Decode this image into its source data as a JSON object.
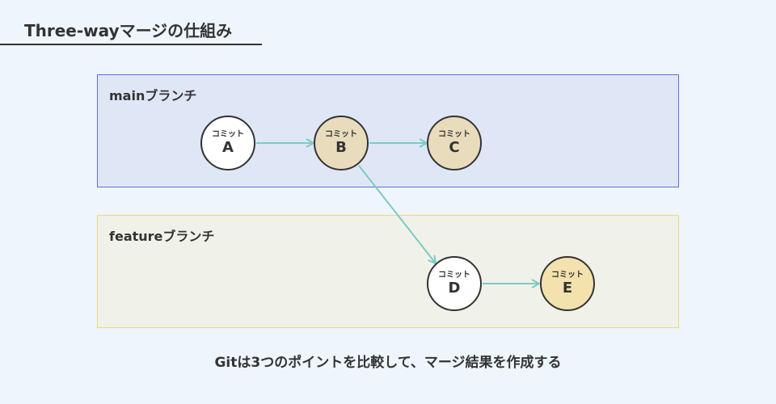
{
  "title": "Three-wayマージの仕組み",
  "branches": {
    "main": {
      "label": "mainブランチ"
    },
    "feature": {
      "label": "featureブランチ"
    }
  },
  "commits": {
    "A": {
      "kind": "コミット",
      "id": "A",
      "fill": "#ffffff"
    },
    "B": {
      "kind": "コミット",
      "id": "B",
      "fill": "#e8dcbd"
    },
    "C": {
      "kind": "コミット",
      "id": "C",
      "fill": "#e8dcbd"
    },
    "D": {
      "kind": "コミット",
      "id": "D",
      "fill": "#ffffff"
    },
    "E": {
      "kind": "コミット",
      "id": "E",
      "fill": "#f3e2ae"
    }
  },
  "edges": [
    [
      "A",
      "B"
    ],
    [
      "B",
      "C"
    ],
    [
      "B",
      "D"
    ],
    [
      "D",
      "E"
    ]
  ],
  "colors": {
    "arrow": "#7ccbc2"
  },
  "footer": "Gitは3つのポイントを比較して、マージ結果を作成する"
}
